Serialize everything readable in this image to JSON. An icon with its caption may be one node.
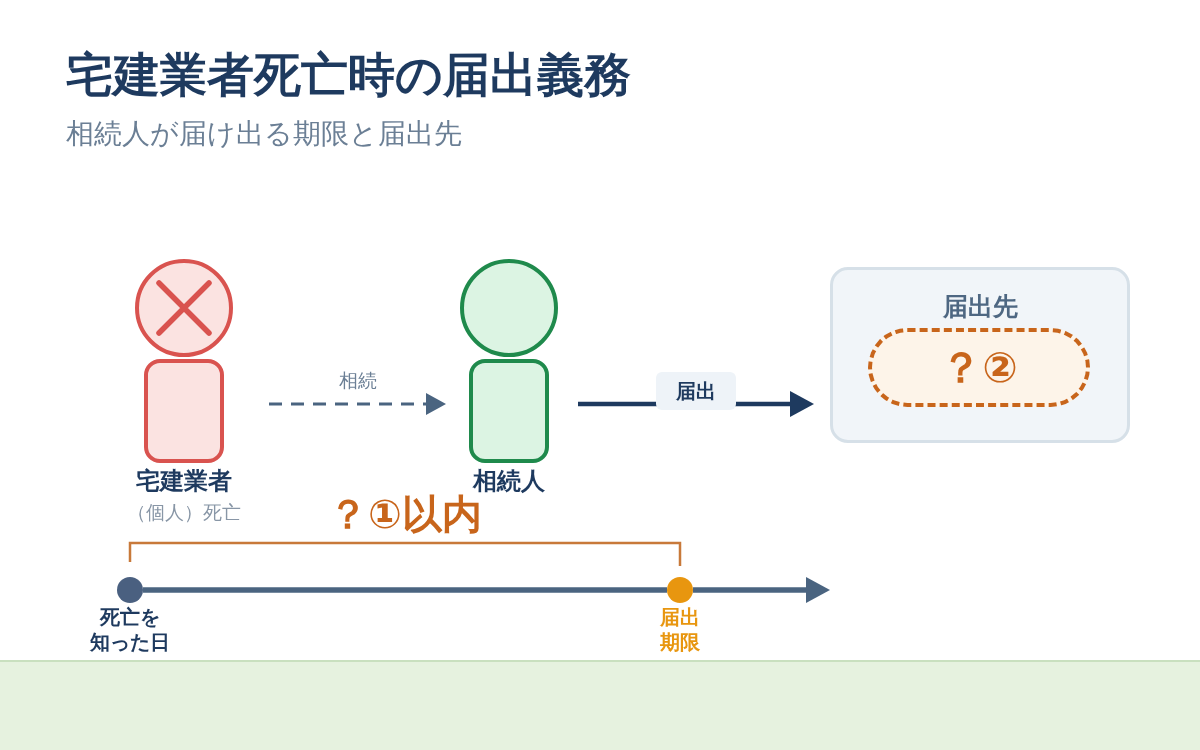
{
  "diagram": {
    "title": "宅建業者死亡時の届出義務",
    "nodes": [
      {
        "text": [
          "宅建業者",
          "（個人）死亡"
        ]
      },
      {
        "text": [
          "相続人"
        ]
      },
      {
        "text": [
          "届出先"
        ]
      },
      {
        "text": [
          "？②"
        ],
        "in": 2
      },
      {
        "text": [],
        "shape": "circle",
        "beside": [
          "死亡を知った日"
        ]
      },
      {
        "text": [],
        "shape": "circle",
        "beside": [
          "届出期限"
        ]
      }
    ],
    "edges": [
      {
        "from": 0,
        "to": 1,
        "arrow": "to",
        "label": "相続",
        "style": "dashed"
      },
      {
        "from": 1,
        "to": 2,
        "arrow": "to",
        "label": "届出",
        "color": "#1e3a5f"
      },
      {
        "from": 4,
        "to": 5,
        "arrow": "none"
      },
      {
        "from": 5,
        "to": null,
        "arrow": "to"
      }
    ],
    "labels": [
      "相続人が届け出る期限と届出先",
      "？①以内"
    ]
  }
}
